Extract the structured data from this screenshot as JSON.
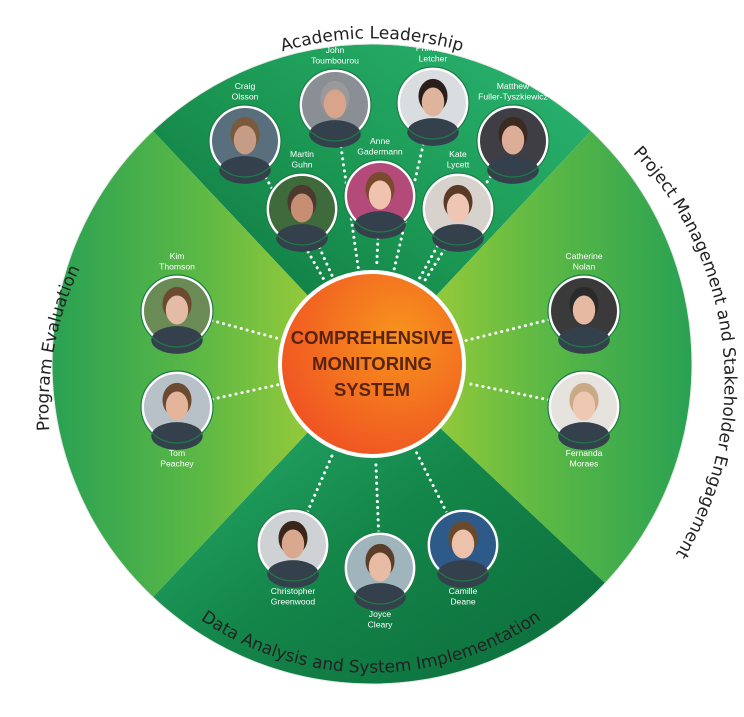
{
  "center": {
    "lines": [
      "COMPREHENSIVE",
      "MONITORING",
      "SYSTEM"
    ]
  },
  "segments": {
    "top": "Academic Leadership",
    "right": "Project Management and Stakeholder Engagement",
    "bottom": "Data Analysis and System Implementation",
    "left": "Program Evaluation"
  },
  "people": [
    {
      "name": [
        "Craig",
        "Olsson"
      ],
      "group": "top"
    },
    {
      "name": [
        "John",
        "Toumbourou"
      ],
      "group": "top"
    },
    {
      "name": [
        "Primrose",
        "Letcher"
      ],
      "group": "top"
    },
    {
      "name": [
        "Matthew",
        "Fuller-Tyszkiewicz"
      ],
      "group": "top"
    },
    {
      "name": [
        "Martin",
        "Guhn"
      ],
      "group": "top"
    },
    {
      "name": [
        "Anne",
        "Gadermann"
      ],
      "group": "top"
    },
    {
      "name": [
        "Kate",
        "Lycett"
      ],
      "group": "top"
    },
    {
      "name": [
        "Kim",
        "Thomson"
      ],
      "group": "left"
    },
    {
      "name": [
        "Tom",
        "Peachey"
      ],
      "group": "left"
    },
    {
      "name": [
        "Catherine",
        "Nolan"
      ],
      "group": "right"
    },
    {
      "name": [
        "Fernanda",
        "Moraes"
      ],
      "group": "right"
    },
    {
      "name": [
        "Christopher",
        "Greenwood"
      ],
      "group": "bottom"
    },
    {
      "name": [
        "Joyce",
        "Cleary"
      ],
      "group": "bottom"
    },
    {
      "name": [
        "Camille",
        "Deane"
      ],
      "group": "bottom"
    }
  ],
  "colors": {
    "top_dark": "#0b6b3a",
    "top_light": "#2bb673",
    "side_light": "#b5d334",
    "side_dark": "#2aa153",
    "center_light": "#f7941d",
    "center_dark": "#ef4b23",
    "center_text": "#5a2310"
  }
}
